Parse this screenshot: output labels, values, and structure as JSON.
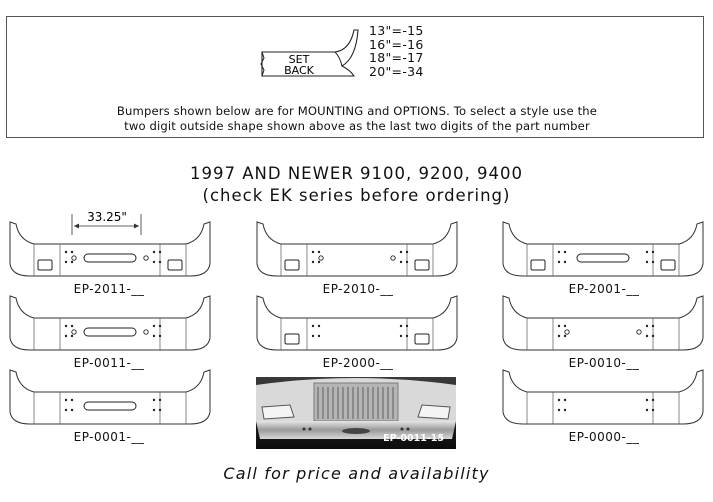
{
  "setback": {
    "label_line1": "SET",
    "label_line2": "BACK",
    "sizes": [
      "13\"=-15",
      "16\"=-16",
      "18\"=-17",
      "20\"=-34"
    ]
  },
  "note": {
    "line1": "Bumpers shown below are for MOUNTING and OPTIONS. To select a style use the",
    "line2": "two digit outside shape shown above as the last two digits of the part number"
  },
  "heading": {
    "line1": "1997 AND NEWER 9100, 9200, 9400",
    "line2": "(check EK series before ordering)"
  },
  "dimension": "33.25\"",
  "bumpers": [
    {
      "part": "EP-2011-__"
    },
    {
      "part": "EP-2010-__"
    },
    {
      "part": "EP-2001-__"
    },
    {
      "part": "EP-0011-__"
    },
    {
      "part": "EP-2000-__"
    },
    {
      "part": "EP-0010-__"
    },
    {
      "part": "EP-0001-__"
    },
    {
      "part": "EP-0000-__"
    }
  ],
  "photo": {
    "label": "EP-0011-15"
  },
  "footer": "Call for price and availability"
}
